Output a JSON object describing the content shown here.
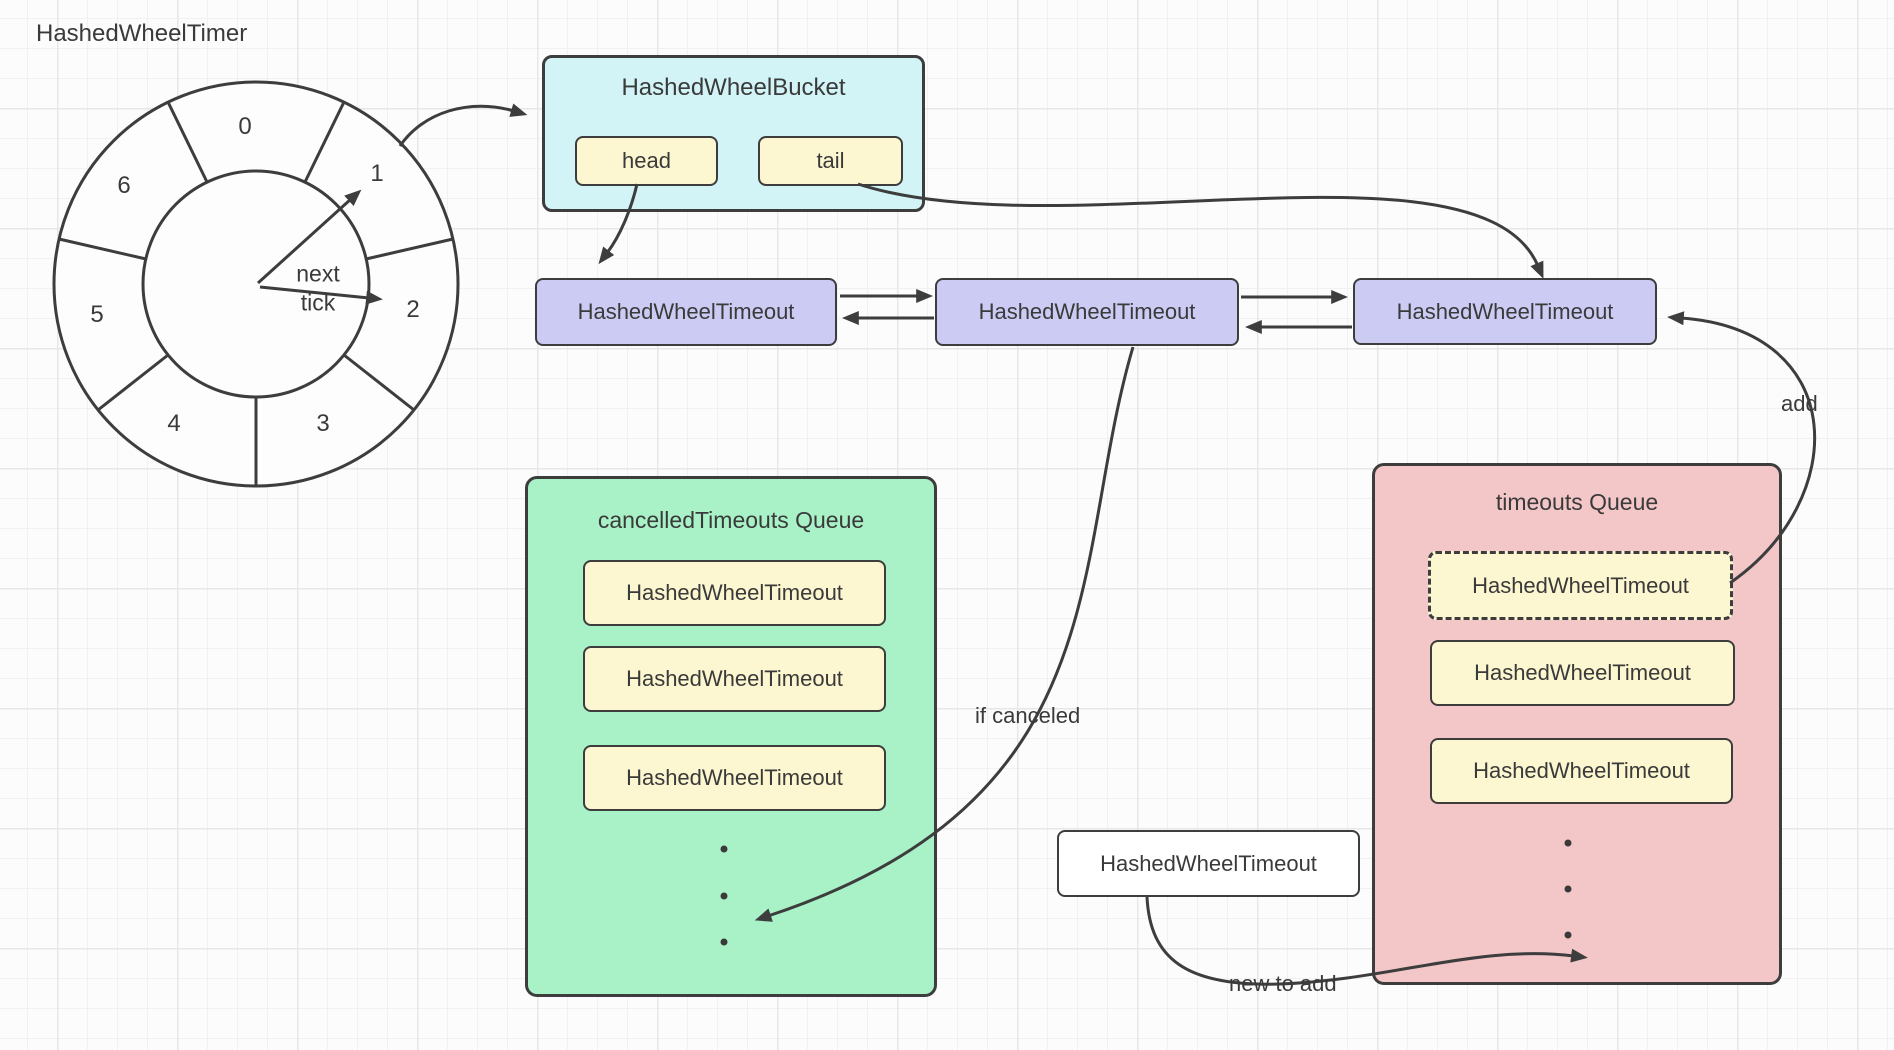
{
  "diagram_title": "HashedWheelTimer",
  "wheel": {
    "sector_labels": [
      "0",
      "1",
      "2",
      "3",
      "4",
      "5",
      "6"
    ],
    "pointer_label": [
      "next",
      "tick"
    ]
  },
  "bucket": {
    "title": "HashedWheelBucket",
    "head_label": "head",
    "tail_label": "tail"
  },
  "linked_list": {
    "nodes": [
      {
        "label": "HashedWheelTimeout"
      },
      {
        "label": "HashedWheelTimeout"
      },
      {
        "label": "HashedWheelTimeout"
      }
    ]
  },
  "cancelled_queue": {
    "title": "cancelledTimeouts Queue",
    "items": [
      {
        "label": "HashedWheelTimeout"
      },
      {
        "label": "HashedWheelTimeout"
      },
      {
        "label": "HashedWheelTimeout"
      }
    ]
  },
  "timeouts_queue": {
    "title": "timeouts Queue",
    "items": [
      {
        "label": "HashedWheelTimeout"
      },
      {
        "label": "HashedWheelTimeout"
      },
      {
        "label": "HashedWheelTimeout"
      }
    ]
  },
  "pending_node": {
    "label": "HashedWheelTimeout"
  },
  "edge_labels": {
    "add": "add",
    "if_canceled": "if canceled",
    "new_to_add": "new to add"
  },
  "colors": {
    "bucket_fill": "#d2f4f6",
    "timeout_node_fill": "#cccbf3",
    "queue_item_fill": "#fcf7d0",
    "cancelled_queue_fill": "#a9f2c7",
    "timeouts_queue_fill": "#f3c6c8",
    "outline": "#3d3d3d",
    "background": "#fcfcfc"
  }
}
